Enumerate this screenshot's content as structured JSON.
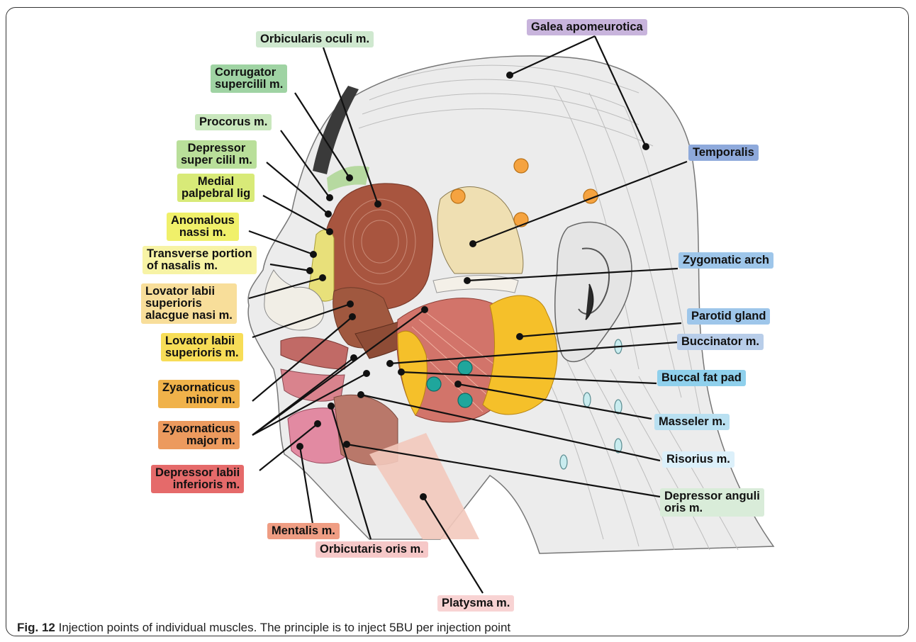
{
  "figure": {
    "caption_label": "Fig. 12",
    "caption_text": "Injection points of individual muscles. The principle is to inject 5BU per injection point"
  },
  "labels": [
    {
      "id": "orbicularis-oculi",
      "text": "Orbicularis oculi m.",
      "color": "#cfe8cf"
    },
    {
      "id": "galea-apomeurotica",
      "text": "Galea apomeurotica",
      "color": "#c8b4dc"
    },
    {
      "id": "corrugator-supercilii",
      "text": "Corrugator\nsupercilil m.",
      "color": "#9fd3a3"
    },
    {
      "id": "procerus",
      "text": "Procorus m.",
      "color": "#c9e7bd"
    },
    {
      "id": "depressor-supercilii",
      "text": "Depressor\nsuper cilil m.",
      "color": "#b9df9a"
    },
    {
      "id": "medial-palpebral",
      "text": "Medial\npalpebral lig",
      "color": "#d8ea78"
    },
    {
      "id": "anomalous-nasi",
      "text": "Anomalous\nnassi m.",
      "color": "#f0f06a"
    },
    {
      "id": "transverse-nasalis",
      "text": "Transverse portion\nof nasalis m.",
      "color": "#f7f3a5"
    },
    {
      "id": "levator-labii-alaeque",
      "text": "Lovator labii\nsuperioris\nalacgue nasi m.",
      "color": "#f8de9a"
    },
    {
      "id": "levator-labii",
      "text": "Lovator labii\nsuperioris m.",
      "color": "#f7dd57"
    },
    {
      "id": "zygomaticus-minor",
      "text": "Zyaornaticus\nminor m.",
      "color": "#f0b24a"
    },
    {
      "id": "zygomaticus-major",
      "text": "Zyaornaticus\nmajor m.",
      "color": "#ec9a5e"
    },
    {
      "id": "depressor-labii",
      "text": "Depressor labii\ninferioris m.",
      "color": "#e56a6a"
    },
    {
      "id": "mentalis",
      "text": "Mentalis m.",
      "color": "#ef9d83"
    },
    {
      "id": "orbicularis-oris",
      "text": "Orbicutaris oris m.",
      "color": "#f6c8c8"
    },
    {
      "id": "platysma",
      "text": "Platysma m.",
      "color": "#f8d3d3"
    },
    {
      "id": "temporalis",
      "text": "Temporalis",
      "color": "#8ea9db"
    },
    {
      "id": "zygomatic-arch",
      "text": "Zygomatic arch",
      "color": "#9ec6ea"
    },
    {
      "id": "parotid-gland",
      "text": "Parotid gland",
      "color": "#9ec6ea"
    },
    {
      "id": "buccinator",
      "text": "Buccinator m.",
      "color": "#b8cde9"
    },
    {
      "id": "buccal-fat-pad",
      "text": "Buccal fat pad",
      "color": "#8fd0ec"
    },
    {
      "id": "masseter",
      "text": "Masseler m.",
      "color": "#b9e0f1"
    },
    {
      "id": "risorius",
      "text": "Risorius m.",
      "color": "#dcf0fa"
    },
    {
      "id": "depressor-anguli",
      "text": "Depressor anguli\noris m.",
      "color": "#d9ecd9"
    }
  ],
  "injection_colors": {
    "temporal": "#f5a340",
    "masseter": "#1fa69c",
    "platysma": "#c9ecef"
  }
}
